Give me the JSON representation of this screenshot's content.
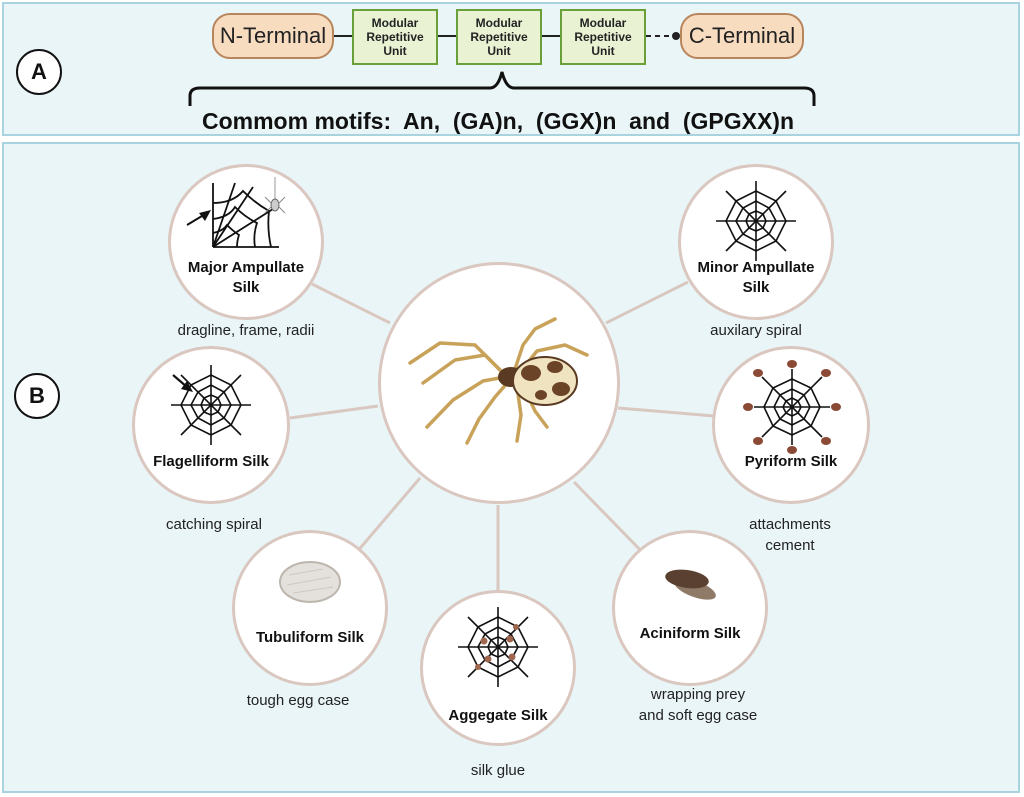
{
  "panel_a": {
    "label": "A",
    "n_terminal": "N-Terminal",
    "c_terminal": "C-Terminal",
    "units": [
      {
        "line1": "Modular",
        "line2": "Repetitive",
        "line3": "Unit"
      },
      {
        "line1": "Modular",
        "line2": "Repetitive",
        "line3": "Unit"
      },
      {
        "line1": "Modular",
        "line2": "Repetitive",
        "line3": "Unit"
      }
    ],
    "motifs": "Commom motifs:  An,  (GA)n,  (GGX)n  and  (GPGXX)n"
  },
  "panel_b": {
    "label": "B",
    "silks": [
      {
        "name_line1": "Major Ampullate",
        "name_line2": "Silk",
        "desc_line1": "dragline, frame, radii",
        "desc_line2": "",
        "icon": "web-corner-with-spider-icon"
      },
      {
        "name_line1": "Minor Ampullate",
        "name_line2": "Silk",
        "desc_line1": "auxilary spiral",
        "desc_line2": "",
        "icon": "spider-web-icon"
      },
      {
        "name_line1": "Flagelliform Silk",
        "name_line2": "",
        "desc_line1": "catching spiral",
        "desc_line2": "",
        "icon": "spider-web-arrow-icon"
      },
      {
        "name_line1": "Pyriform Silk",
        "name_line2": "",
        "desc_line1": "attachments",
        "desc_line2": "cement",
        "icon": "web-attachment-discs-icon"
      },
      {
        "name_line1": "Tubuliform Silk",
        "name_line2": "",
        "desc_line1": "tough egg case",
        "desc_line2": "",
        "icon": "egg-case-icon"
      },
      {
        "name_line1": "Aciniform Silk",
        "name_line2": "",
        "desc_line1": "wrapping prey",
        "desc_line2": "and soft egg case",
        "icon": "wrapped-prey-icon"
      },
      {
        "name_line1": "Aggegate Silk",
        "name_line2": "",
        "desc_line1": "silk glue",
        "desc_line2": "",
        "icon": "web-glue-droplets-icon"
      }
    ],
    "center_icon": "spider-icon"
  },
  "colors": {
    "panel_bg": "#eaf5f8",
    "panel_border": "#a9d3de",
    "terminal_fill": "#f7dcc0",
    "terminal_border": "#b8865c",
    "unit_fill": "#e9f2d3",
    "unit_border": "#6aa03a",
    "circle_border": "#dac7bf",
    "droplet": "#8b4a35"
  }
}
